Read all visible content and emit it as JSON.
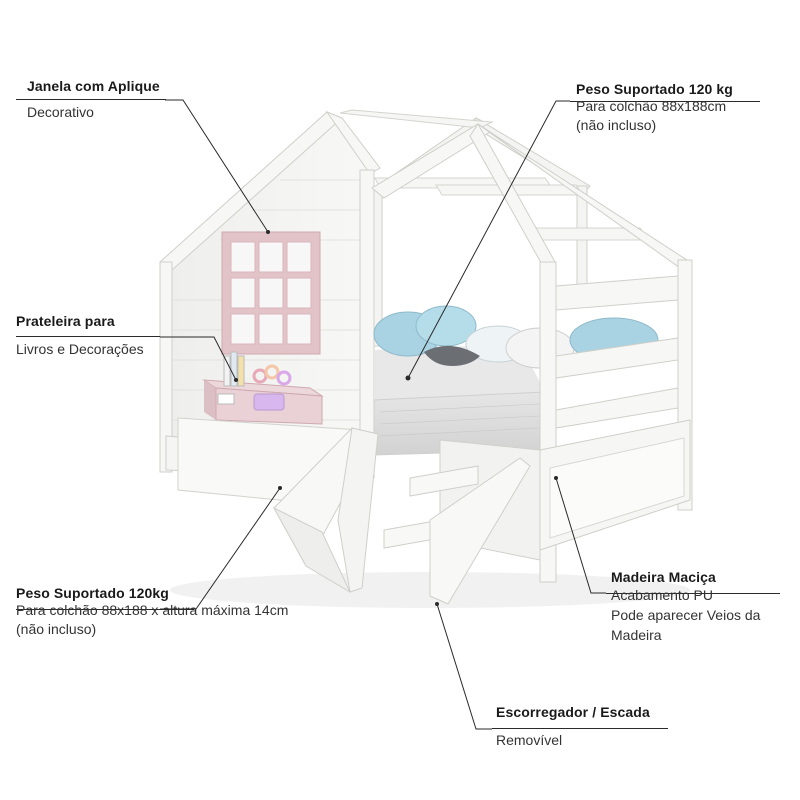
{
  "callouts": {
    "janela": {
      "title": "Janela com Aplique",
      "lines": [
        "Decorativo"
      ]
    },
    "peso_top": {
      "title": "Peso Suportado 120 kg",
      "lines": [
        "Para colchão 88x188cm",
        "(não incluso)"
      ]
    },
    "prateleira": {
      "title": "Prateleira para",
      "lines": [
        "Livros e Decorações"
      ]
    },
    "peso_bottom": {
      "title": "Peso Suportado 120kg",
      "lines": [
        "Para colchão 88x188 x altura máxima 14cm",
        "(não incluso)"
      ]
    },
    "madeira": {
      "title": "Madeira Maciça",
      "lines": [
        "Acabamento PU",
        "Pode aparecer Veios da",
        "Madeira"
      ]
    },
    "escorregador": {
      "title": "Escorregador / Escada",
      "lines": [
        "Removível"
      ]
    }
  },
  "colors": {
    "wood": "#f3f3f1",
    "wood_shade": "#e3e3df",
    "wood_edge": "#c9c9c4",
    "window_pink": "#e2c3c8",
    "mattress": "#dcdcdc",
    "pillow_blue": "#a9d3e2",
    "lamp": "#d8b7ee",
    "leader": "#2a2a2a"
  }
}
